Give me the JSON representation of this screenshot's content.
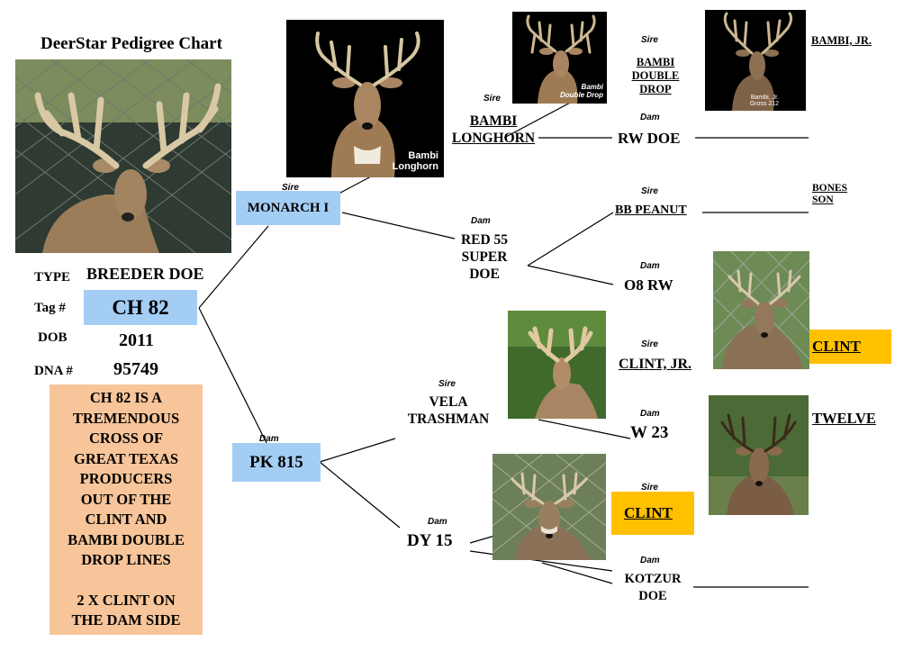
{
  "title": "DeerStar Pedigree Chart",
  "subject": {
    "type_label": "TYPE",
    "type_value": "BREEDER DOE",
    "tag_label": "Tag #",
    "tag_value": "CH 82",
    "dob_label": "DOB",
    "dob_value": "2011",
    "dna_label": "DNA #",
    "dna_value": "95749",
    "description": [
      "CH 82 IS A",
      "TREMENDOUS",
      "CROSS OF",
      "GREAT TEXAS",
      "PRODUCERS",
      "OUT OF THE",
      "CLINT AND",
      "BAMBI DOUBLE",
      "DROP LINES"
    ],
    "description_note": [
      "2 X CLINT ON",
      "THE DAM SIDE"
    ]
  },
  "relations": {
    "sire": "Sire",
    "dam": "Dam"
  },
  "pedigree": {
    "sire": {
      "name": "MONARCH I"
    },
    "dam": {
      "name": "PK 815"
    },
    "sire_sire": {
      "name_line1": "BAMBI",
      "name_line2": "LONGHORN",
      "photo_caption_line1": "Bambi",
      "photo_caption_line2": "Longhorn"
    },
    "sire_dam": {
      "name_line1": "RED 55",
      "name_line2": "SUPER",
      "name_line3": "DOE"
    },
    "dam_sire": {
      "name_line1": "VELA",
      "name_line2": "TRASHMAN"
    },
    "dam_dam": {
      "name": "DY 15"
    },
    "ss_sire": {
      "name_line1": "BAMBI",
      "name_line2": "DOUBLE",
      "name_line3": "DROP",
      "photo_caption_line1": "Bambi",
      "photo_caption_line2": "Double Drop"
    },
    "ss_dam": {
      "name": "RW DOE"
    },
    "sd_sire": {
      "name": "BB PEANUT"
    },
    "sd_dam": {
      "name": "O8 RW"
    },
    "ds_sire": {
      "name": "CLINT, JR."
    },
    "ds_dam": {
      "name": "W 23"
    },
    "dd_sire": {
      "name": "CLINT"
    },
    "dd_dam": {
      "name_line1": "KOTZUR",
      "name_line2": "DOE"
    },
    "sss": {
      "name": "BAMBI, JR.",
      "photo_caption_line1": "Bambi, Jr.",
      "photo_caption_line2": "Gross 212"
    },
    "sds": {
      "name_line1": "BONES",
      "name_line2": "SON"
    },
    "sdds": {
      "name": "CLINT"
    },
    "dds": {
      "name": "TWELVE"
    }
  },
  "colors": {
    "blue_box": "#a4cdf4",
    "yellow_box": "#ffc000",
    "orange_box": "#f8c59a"
  }
}
